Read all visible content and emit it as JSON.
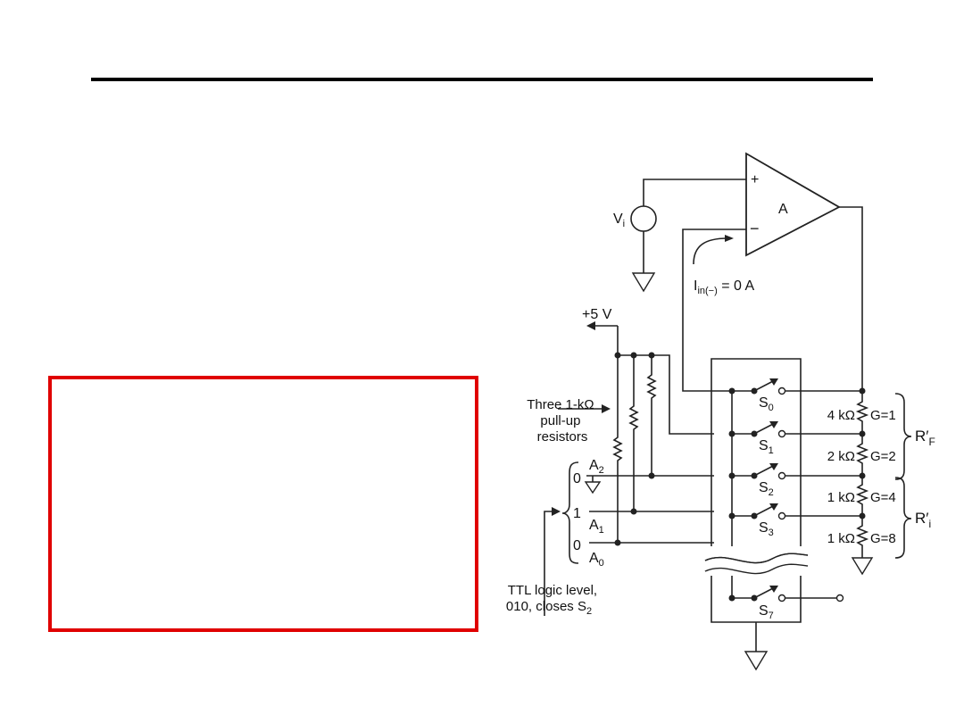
{
  "colors": {
    "rule": "#000000",
    "highlight": "#e00000",
    "ink": "#222222"
  },
  "labels": {
    "plus": "+",
    "minus": "−",
    "amp": "A",
    "vi_main": "V",
    "vi_sub": "i",
    "iin_main": "I",
    "iin_sub": "in(−)",
    "iin_rest": " = 0 A",
    "supply": "+5 V",
    "pullup": [
      "Three 1-kΩ",
      "pull-up",
      "resistors"
    ],
    "ttl": [
      "TTL logic level,",
      "010, closes S"
    ],
    "ttl_sub": "2",
    "bit2_value": "0",
    "bit2_name": "A",
    "bit2_sub": "2",
    "bit1_value": "1",
    "bit1_name": "A",
    "bit1_sub": "1",
    "bit0_value": "0",
    "bit0_name": "A",
    "bit0_sub": "0",
    "switches": [
      {
        "name": "S",
        "sub": "0"
      },
      {
        "name": "S",
        "sub": "1"
      },
      {
        "name": "S",
        "sub": "2"
      },
      {
        "name": "S",
        "sub": "3"
      },
      {
        "name": "S",
        "sub": "7"
      }
    ],
    "resistors": [
      {
        "value": "4 kΩ",
        "gain": "G=1"
      },
      {
        "value": "2 kΩ",
        "gain": "G=2"
      },
      {
        "value": "1 kΩ",
        "gain": "G=4"
      },
      {
        "value": "1 kΩ",
        "gain": "G=8"
      }
    ],
    "rf_main": "R′",
    "rf_sub": "F",
    "ri_main": "R′",
    "ri_sub": "i"
  }
}
